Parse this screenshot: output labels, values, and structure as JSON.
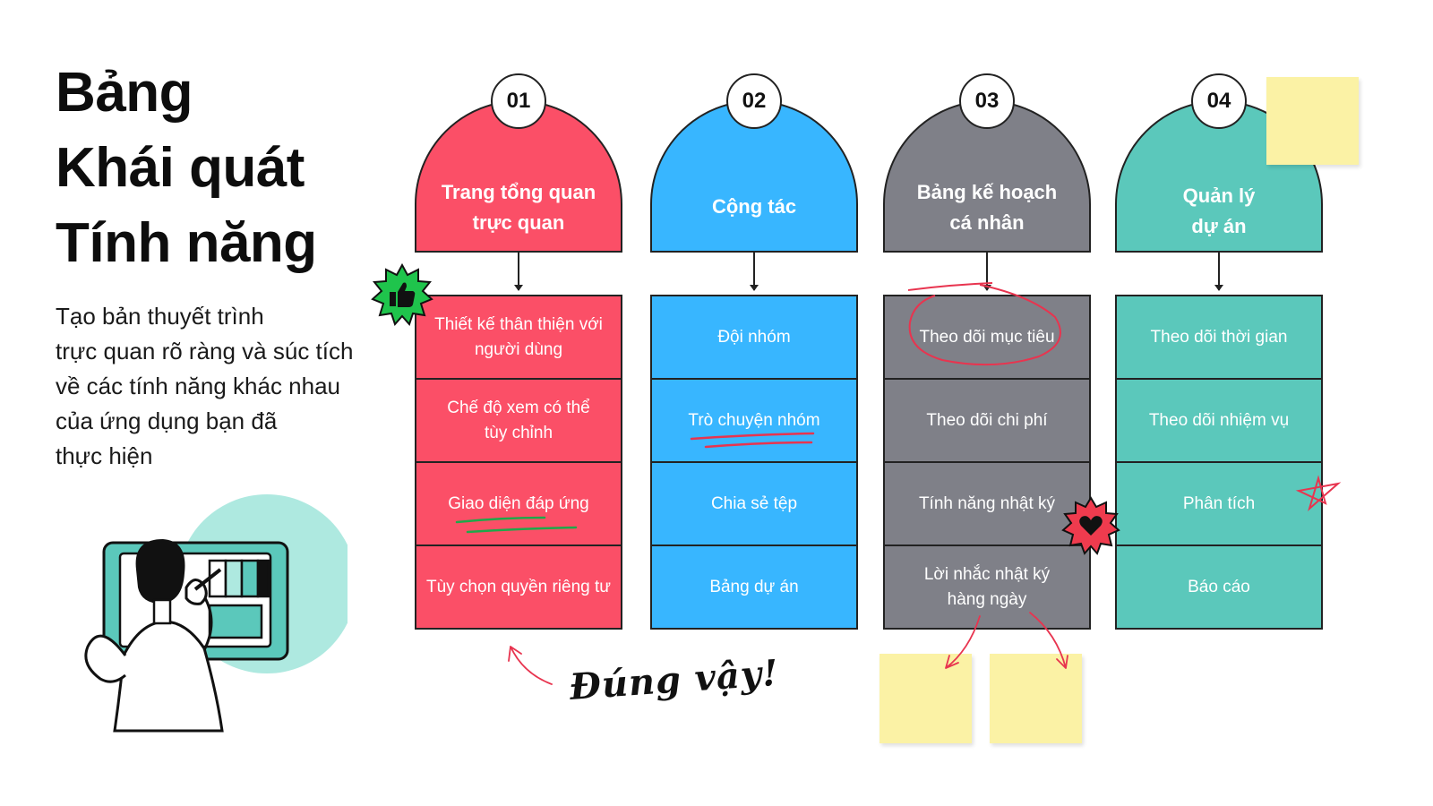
{
  "title": {
    "lines": [
      "Bảng",
      "Khái quát",
      "Tính năng"
    ]
  },
  "subtitle": {
    "lines": [
      "Tạo bản thuyết trình",
      "trực quan rõ ràng và súc tích",
      "về các tính năng khác nhau",
      "của ứng dụng bạn đã",
      "thực hiện"
    ]
  },
  "columns": [
    {
      "number": "01",
      "title_lines": [
        "Trang tổng quan",
        "trực quan"
      ],
      "rows": [
        {
          "lines": [
            "Thiết kế thân thiện với",
            "người dùng"
          ]
        },
        {
          "lines": [
            "Chế độ xem có thể",
            "tùy chỉnh"
          ]
        },
        {
          "lines": [
            "Giao diện đáp ứng"
          ]
        },
        {
          "lines": [
            "Tùy chọn quyền riêng tư"
          ]
        }
      ]
    },
    {
      "number": "02",
      "title_lines": [
        "Cộng tác"
      ],
      "rows": [
        {
          "lines": [
            "Đội nhóm"
          ]
        },
        {
          "lines": [
            "Trò chuyện nhóm"
          ]
        },
        {
          "lines": [
            "Chia sẻ tệp"
          ]
        },
        {
          "lines": [
            "Bảng dự án"
          ]
        }
      ]
    },
    {
      "number": "03",
      "title_lines": [
        "Bảng kế hoạch",
        "cá nhân"
      ],
      "rows": [
        {
          "lines": [
            "Theo dõi mục tiêu"
          ]
        },
        {
          "lines": [
            "Theo dõi chi phí"
          ]
        },
        {
          "lines": [
            "Tính năng nhật ký"
          ]
        },
        {
          "lines": [
            "Lời nhắc nhật ký",
            "hàng ngày"
          ]
        }
      ]
    },
    {
      "number": "04",
      "title_lines": [
        "Quản lý",
        "dự án"
      ],
      "rows": [
        {
          "lines": [
            "Theo dõi thời gian"
          ]
        },
        {
          "lines": [
            "Theo dõi nhiệm vụ"
          ]
        },
        {
          "lines": [
            "Phân tích"
          ]
        },
        {
          "lines": [
            "Báo cáo"
          ]
        }
      ]
    }
  ],
  "annotation": {
    "text": "Đúng vậy!"
  },
  "colors": {
    "column_01": "#fb4f67",
    "column_02": "#38b6ff",
    "column_03": "#7f8088",
    "column_04": "#5bc8bb",
    "sticky_note": "#fbf2a5",
    "scribble_red": "#e8344f",
    "scribble_green": "#1fa84a",
    "badge_green": "#1fc44c",
    "badge_red": "#ef3b4e",
    "illustration_teal": "#aee9e0"
  },
  "icons": [
    "thumbs-up-icon",
    "heart-icon",
    "star-doodle-icon",
    "person-at-board-icon"
  ]
}
